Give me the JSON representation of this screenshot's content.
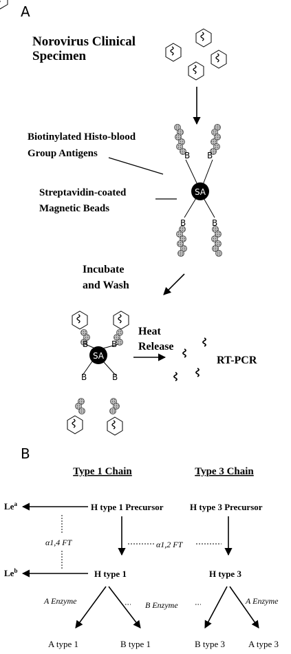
{
  "panelA": {
    "letter": "A",
    "title_line1": "Norovirus Clinical",
    "title_line2": "Specimen",
    "label_hbga_line1": "Biotinylated Histo-blood",
    "label_hbga_line2": "Group Antigens",
    "label_beads_line1": "Streptavidin-coated",
    "label_beads_line2": "Magnetic Beads",
    "incubate_line1": "Incubate",
    "incubate_line2": "and Wash",
    "heat_line1": "Heat",
    "heat_line2": "Release",
    "rtpcr": "RT-PCR",
    "sa_label": "SA",
    "b_label": "B"
  },
  "panelB": {
    "letter": "B",
    "type1_chain": "Type 1 Chain",
    "type3_chain": "Type 3 Chain",
    "lea_base": "Le",
    "lea_sup": "a",
    "leb_base": "Le",
    "leb_sup": "b",
    "h1_precursor": "H type 1 Precursor",
    "h3_precursor": "H type 3 Precursor",
    "fucosyl_14": "α1,4 FT",
    "fucosyl_12": "α1,2 FT",
    "h_type1": "H type 1",
    "h_type3": "H type 3",
    "a_enzyme_left": "A Enzyme",
    "b_enzyme": "B Enzyme",
    "a_enzyme_right": "A Enzyme",
    "a_type1": "A type 1",
    "b_type1": "B type 1",
    "b_type3": "B type 3",
    "a_type3": "A type 3"
  }
}
